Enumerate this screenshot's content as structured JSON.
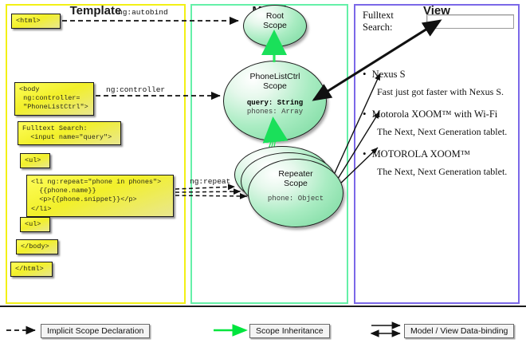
{
  "columns": [
    {
      "key": "template",
      "label": "Template",
      "color": "#f2f015"
    },
    {
      "key": "model",
      "label": "Model",
      "color": "#64f0a8"
    },
    {
      "key": "view",
      "label": "View",
      "color": "#7b68e8"
    }
  ],
  "template": {
    "boxes": [
      {
        "name": "html-open-box",
        "text": "<html>"
      },
      {
        "name": "body-box",
        "text": "<body\n ng:controller=\n \"PhoneListCtrl\">"
      },
      {
        "name": "fulltext-search-box",
        "text": "Fulltext Search:\n  <input name=\"query\">"
      },
      {
        "name": "ul-open-box",
        "text": "<ul>"
      },
      {
        "name": "li-repeat-box",
        "text": "<li ng:repeat=\"phone in phones\">\n  {{phone.name}}\n  <p>{{phone.snippet}}</p>\n</li>"
      },
      {
        "name": "ul-close-box",
        "text": "<ul>"
      },
      {
        "name": "body-close-box",
        "text": "</body>"
      },
      {
        "name": "html-close-box",
        "text": "</html>"
      }
    ]
  },
  "connectors": {
    "autobind": "ng:autobind",
    "controller": "ng:controller",
    "repeat": "ng:repeat"
  },
  "model": {
    "scopes": [
      {
        "name": "root-scope",
        "title_line1": "Root",
        "title_line2": "Scope",
        "props": []
      },
      {
        "name": "phonelistctrl-scope",
        "title_line1": "PhoneListCtrl",
        "title_line2": "Scope",
        "props": [
          {
            "text": "query: String",
            "bold": true
          },
          {
            "text": "phones: Array",
            "bold": false
          }
        ]
      },
      {
        "name": "repeater-scope",
        "title_line1": "Repeater",
        "title_line2": "Scope",
        "props": [
          {
            "text": "phone: Object",
            "bold": false
          }
        ]
      }
    ]
  },
  "view": {
    "search_label": "Fulltext Search:",
    "search_value": "",
    "search_placeholder": "",
    "items": [
      {
        "name": "Nexus S",
        "snippet": "Fast just got faster with Nexus S."
      },
      {
        "name": "Motorola XOOM™  with Wi-Fi",
        "snippet": "The Next, Next Generation tablet."
      },
      {
        "name": "MOTOROLA XOOM™",
        "snippet": "The Next, Next Generation tablet."
      }
    ],
    "bullet": "•"
  },
  "legend": [
    {
      "name": "legend-implicit-scope-declaration",
      "label": "Implicit Scope Declaration",
      "style": "dashed-arrow",
      "color": "#111111"
    },
    {
      "name": "legend-scope-inheritance",
      "label": "Scope Inheritance",
      "style": "green-arrow",
      "color": "#00e53d"
    },
    {
      "name": "legend-model-view-data-binding",
      "label": "Model / View Data-binding",
      "style": "double-arrow",
      "color": "#111111"
    }
  ]
}
